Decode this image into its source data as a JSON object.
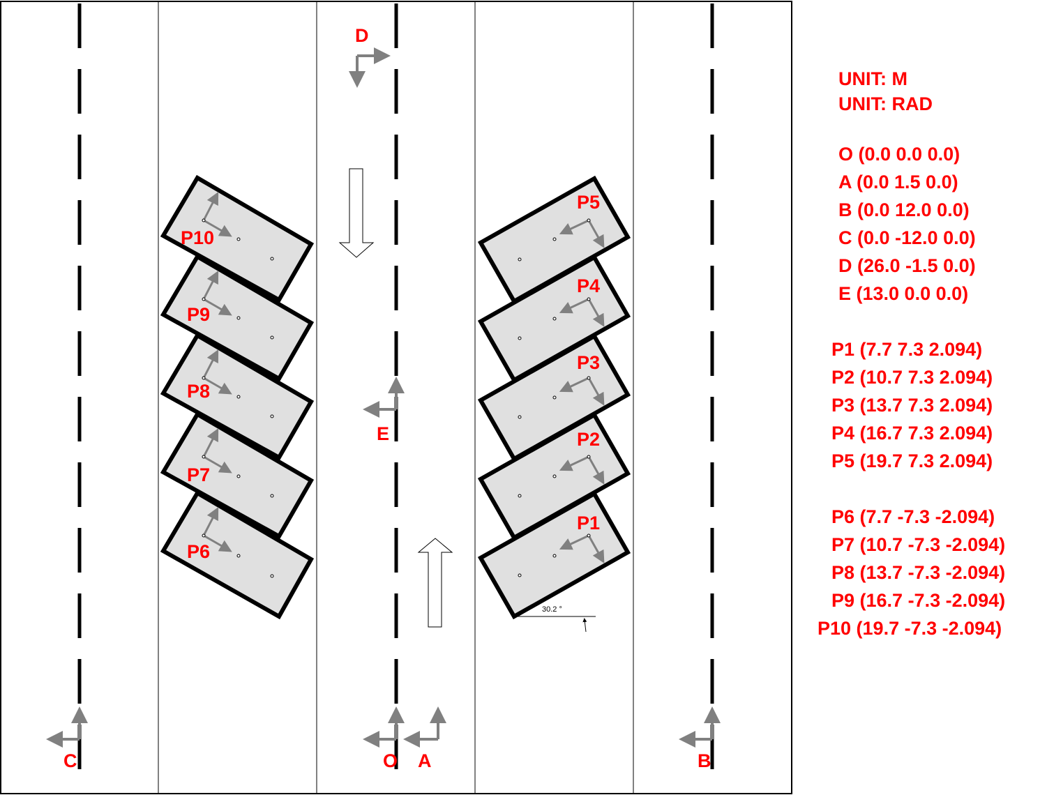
{
  "units": {
    "length": "UNIT: M",
    "angle": "UNIT: RAD"
  },
  "points": [
    {
      "label": "O (0.0  0.0  0.0)"
    },
    {
      "label": "A (0.0  1.5  0.0)"
    },
    {
      "label": "B (0.0  12.0  0.0)"
    },
    {
      "label": "C (0.0  -12.0  0.0)"
    },
    {
      "label": "D (26.0  -1.5  0.0)"
    },
    {
      "label": "E (13.0  0.0  0.0)"
    }
  ],
  "spots_right": [
    {
      "label": "P1 (7.7  7.3  2.094)"
    },
    {
      "label": "P2 (10.7  7.3  2.094)"
    },
    {
      "label": "P3 (13.7  7.3  2.094)"
    },
    {
      "label": "P4 (16.7  7.3  2.094)"
    },
    {
      "label": "P5 (19.7  7.3  2.094)"
    }
  ],
  "spots_left": [
    {
      "label": "P6 (7.7  -7.3  -2.094)"
    },
    {
      "label": "P7 (10.7  -7.3  -2.094)"
    },
    {
      "label": "P8 (13.7 -7.3  -2.094)"
    },
    {
      "label": "P9 (16.7  -7.3  -2.094)"
    },
    {
      "label": "P10 (19.7  -7.3  -2.094)"
    }
  ],
  "frame_labels": {
    "C": "C",
    "O": "O",
    "A": "A",
    "B": "B",
    "D": "D",
    "E": "E"
  },
  "spot_labels": {
    "P1": "P1",
    "P2": "P2",
    "P3": "P3",
    "P4": "P4",
    "P5": "P5",
    "P6": "P6",
    "P7": "P7",
    "P8": "P8",
    "P9": "P9",
    "P10": "P10"
  },
  "angle_annotation": "30.2 °",
  "colors": {
    "text": "#ff0000",
    "axis": "#808080",
    "spot_fill": "#e0e0e0",
    "line": "#000000"
  }
}
